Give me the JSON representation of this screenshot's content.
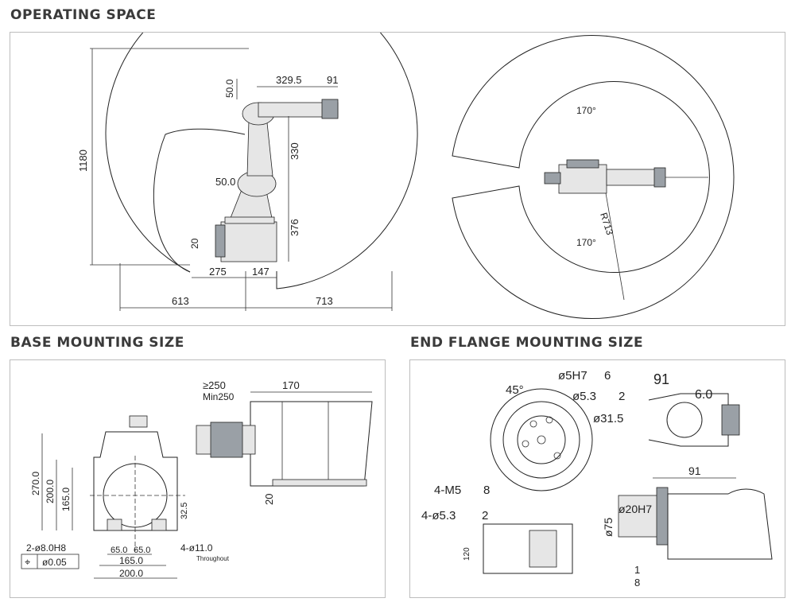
{
  "sections": {
    "operating_space": "OPERATING SPACE",
    "base_mounting": "BASE MOUNTING SIZE",
    "end_flange": "END FLANGE MOUNTING SIZE"
  },
  "operating_dims": {
    "d1180": "1180",
    "d50a": "50.0",
    "d329": "329.5",
    "d91": "91",
    "d330": "330",
    "d50b": "50.0",
    "d376": "376",
    "d20": "20",
    "d275": "275",
    "d147": "147",
    "d613": "613",
    "d713": "713"
  },
  "top_view_dims": {
    "angle_top": "170°",
    "angle_bottom": "170°",
    "radius": "R713"
  },
  "base_dims": {
    "d270": "270.0",
    "d200v": "200.0",
    "d165v": "165.0",
    "hole1": "2-ø8.0H8",
    "tolerance_symbol": "⌖",
    "tolerance": "ø0.05",
    "d65a": "65.0",
    "d65b": "65.0",
    "d165h": "165.0",
    "d200h": "200.0",
    "hole2": "4-ø11.0",
    "hole2_note": "Throughout",
    "d32": "32.5",
    "d250": "≥250",
    "min250": "Min250",
    "d170": "170",
    "d20": "20"
  },
  "flange_dims": {
    "d45": "45°",
    "h1": "ø5H7",
    "h1_depth": "6",
    "h2": "ø5.3",
    "h2_depth": "2",
    "d315": "ø31.5",
    "m5": "4-M5",
    "m5_depth": "8",
    "h3": "4-ø5.3",
    "h3_depth": "2",
    "d91a": "91",
    "d6": "6.0",
    "d91b": "91",
    "d20h7": "ø20H7",
    "d75": "ø75",
    "d120": "120",
    "d1": "1",
    "d8": "8"
  }
}
